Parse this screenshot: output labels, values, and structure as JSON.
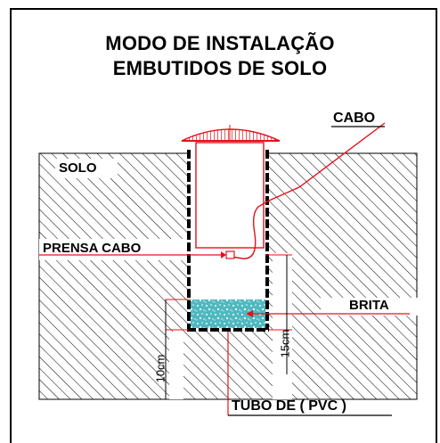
{
  "title": {
    "line1": "MODO DE INSTALAÇÃO",
    "line2": "EMBUTIDOS DE SOLO"
  },
  "labels": {
    "solo": "SOLO",
    "cabo": "CABO",
    "prensa_cabo": "PRENSA CABO",
    "brita": "BRITA",
    "tubo": "TUBO DE ( PVC )",
    "dim_15": "15cm",
    "dim_10": "10cm"
  },
  "colors": {
    "hatch": "#000000",
    "red": "#e8101a",
    "gravel": "#4fb8c0",
    "frame": "#000000"
  }
}
